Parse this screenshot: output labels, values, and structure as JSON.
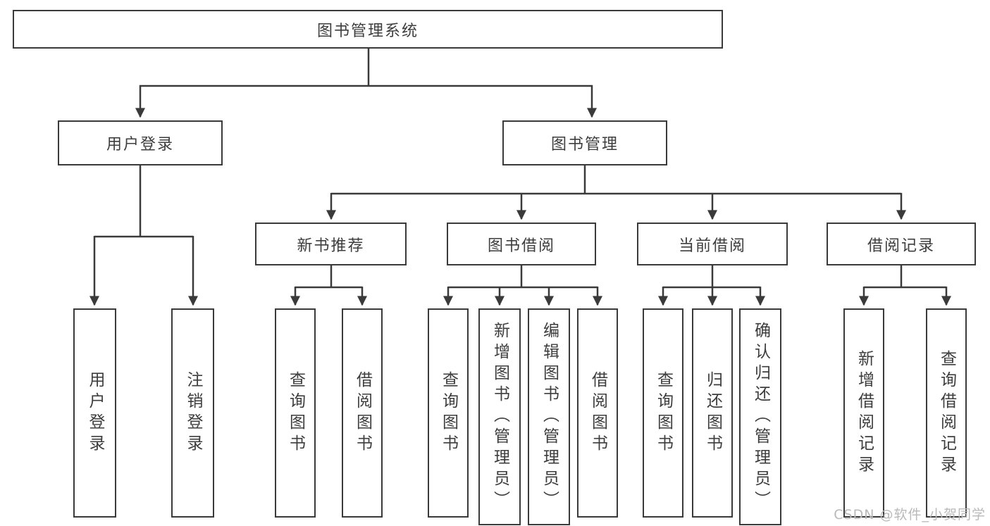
{
  "diagram": {
    "root_label": "图书管理系统",
    "branches": [
      {
        "id": "user-login",
        "label": "用户登录",
        "children": [
          {
            "id": "login",
            "label": "用户登录"
          },
          {
            "id": "logout",
            "label": "注销登录"
          }
        ]
      },
      {
        "id": "book-management",
        "label": "图书管理",
        "sections": [
          {
            "id": "new-book-recommend",
            "label": "新书推荐",
            "children": [
              {
                "id": "query-book",
                "label": "查询图书"
              },
              {
                "id": "borrow-book",
                "label": "借阅图书"
              }
            ]
          },
          {
            "id": "book-borrow",
            "label": "图书借阅",
            "children": [
              {
                "id": "query-book",
                "label": "查询图书"
              },
              {
                "id": "add-book-admin",
                "label": "新增图书（管理员）"
              },
              {
                "id": "edit-book-admin",
                "label": "编辑图书（管理员）"
              },
              {
                "id": "borrow-book",
                "label": "借阅图书"
              }
            ]
          },
          {
            "id": "current-borrow",
            "label": "当前借阅",
            "children": [
              {
                "id": "query-book",
                "label": "查询图书"
              },
              {
                "id": "return-book",
                "label": "归还图书"
              },
              {
                "id": "confirm-return-admin",
                "label": "确认归还（管理员）"
              }
            ]
          },
          {
            "id": "borrow-records",
            "label": "借阅记录",
            "children": [
              {
                "id": "add-borrow-record",
                "label": "新增借阅记录"
              },
              {
                "id": "query-borrow-record",
                "label": "查询借阅记录"
              }
            ]
          }
        ]
      }
    ]
  },
  "watermark": {
    "text": "CSDN @软件_小贺同学",
    "color": "#b9b9b9"
  },
  "colors": {
    "line": "#3a3a3a",
    "text": "#3d3d3d",
    "background": "#ffffff"
  }
}
